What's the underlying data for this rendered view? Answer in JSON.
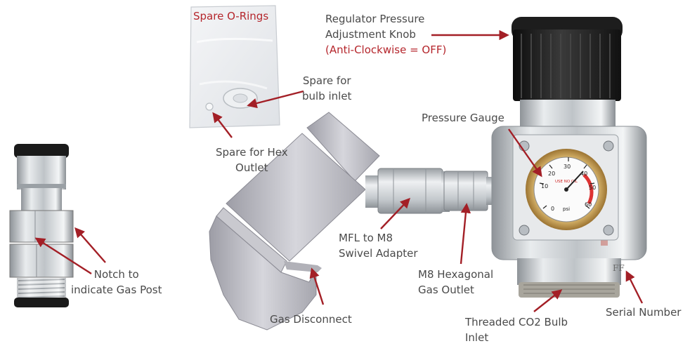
{
  "labels": {
    "spare_orings": "Spare O-Rings",
    "spare_bulb_1": "Spare for",
    "spare_bulb_2": "bulb inlet",
    "spare_hex_1": "Spare for Hex",
    "spare_hex_2": "Outlet",
    "regulator_1": "Regulator Pressure",
    "regulator_2": "Adjustment Knob",
    "regulator_3": "(Anti-Clockwise = OFF)",
    "pressure_gauge": "Pressure Gauge",
    "mfl_1": "MFL to M8",
    "mfl_2": "Swivel Adapter",
    "m8_1": "M8 Hexagonal",
    "m8_2": "Gas Outlet",
    "notch_1": "Notch to",
    "notch_2": "indicate Gas Post",
    "gas_disconnect": "Gas Disconnect",
    "bulb_inlet_1": "Threaded CO2 Bulb",
    "bulb_inlet_2": "Inlet",
    "serial_number": "Serial Number"
  },
  "gauge": {
    "ticks": [
      "10",
      "20",
      "30",
      "40",
      "50",
      "60"
    ],
    "zero": "0",
    "warning": "USE NO OIL",
    "unit": "psi"
  },
  "serial_mark": "FF",
  "colors": {
    "label_text": "#4a4a4a",
    "accent_red": "#b5262c",
    "arrow": "#a31f26",
    "knob": "#1c1c1c",
    "metal": "#c9cdd1",
    "brass": "#c79a4e",
    "disconnect_grey": "#bdbdc3"
  }
}
